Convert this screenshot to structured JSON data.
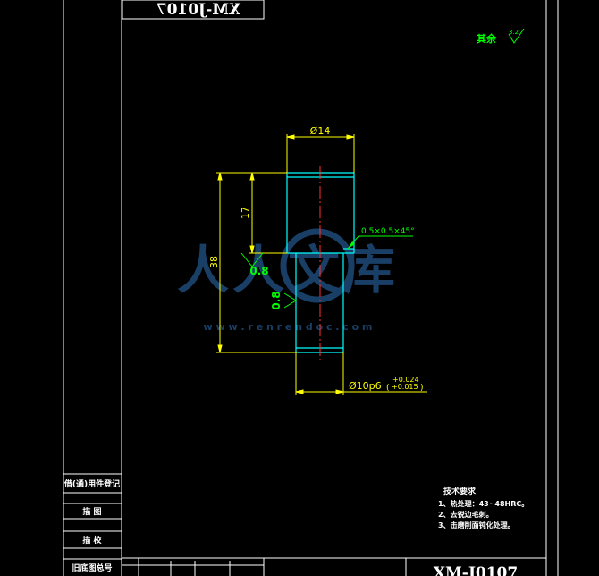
{
  "drawing": {
    "code_top_mirrored": "XM-J0107",
    "code_bottom": "XM-J0107",
    "surface_rest": {
      "label": "其余",
      "value": "3.2"
    },
    "dimensions": {
      "outer_diameter": "Ø14",
      "head_length": "17",
      "total_length": "38",
      "chamfer": "0.5×0.5×45°",
      "shaft_fit": "Ø10p6",
      "tol_upper": "+0.024",
      "tol_lower": "+0.015"
    },
    "roughness": {
      "shoulder": "0.8",
      "shaft": "0.8"
    },
    "watermark": {
      "text": "人人文库",
      "url": "w w w . r e n r e n d o c . c o m"
    },
    "tech_requirements": {
      "title": "技术要求",
      "items": [
        "1、热处理：43~48HRC。",
        "2、去锐边毛刺。",
        "3、击磨削面钝化处理。"
      ]
    },
    "side_table": {
      "rows": [
        "借(通)用件登记",
        "描 图",
        "描 校",
        "旧底图总号"
      ]
    }
  },
  "colors": {
    "border": "#ffffff",
    "dimension": "#ffff00",
    "text_green": "#00ff00",
    "geometry": "#00ffff",
    "centerline": "#ff3030",
    "watermark": "#1e4a78"
  }
}
